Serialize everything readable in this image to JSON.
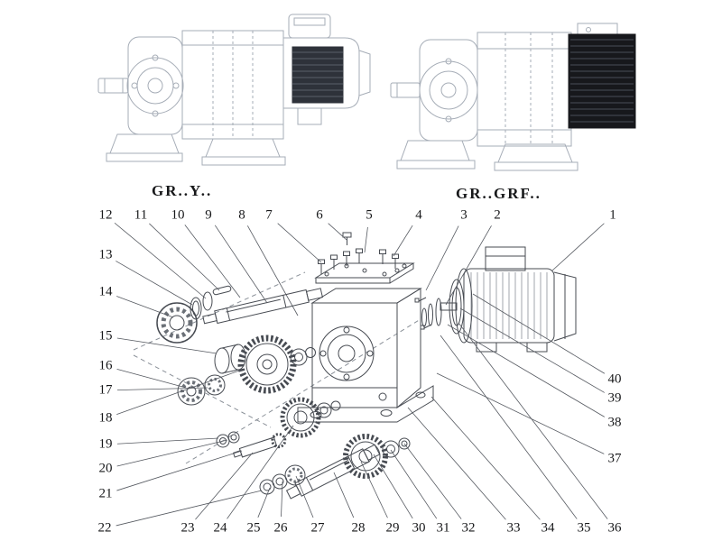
{
  "labels": {
    "left": "GR..Y..",
    "right": "GR..GRF.."
  },
  "callouts": {
    "top": [
      "12",
      "11",
      "10",
      "9",
      "8",
      "7",
      "6",
      "5",
      "4",
      "3",
      "2",
      "1"
    ],
    "left": [
      "13",
      "14",
      "15",
      "16",
      "17",
      "18",
      "19",
      "20",
      "21",
      "22"
    ],
    "bottom": [
      "23",
      "24",
      "25",
      "26",
      "27",
      "28",
      "29",
      "30",
      "31",
      "32",
      "33",
      "34",
      "35",
      "36"
    ],
    "right": [
      "40",
      "39",
      "38",
      "37"
    ]
  }
}
